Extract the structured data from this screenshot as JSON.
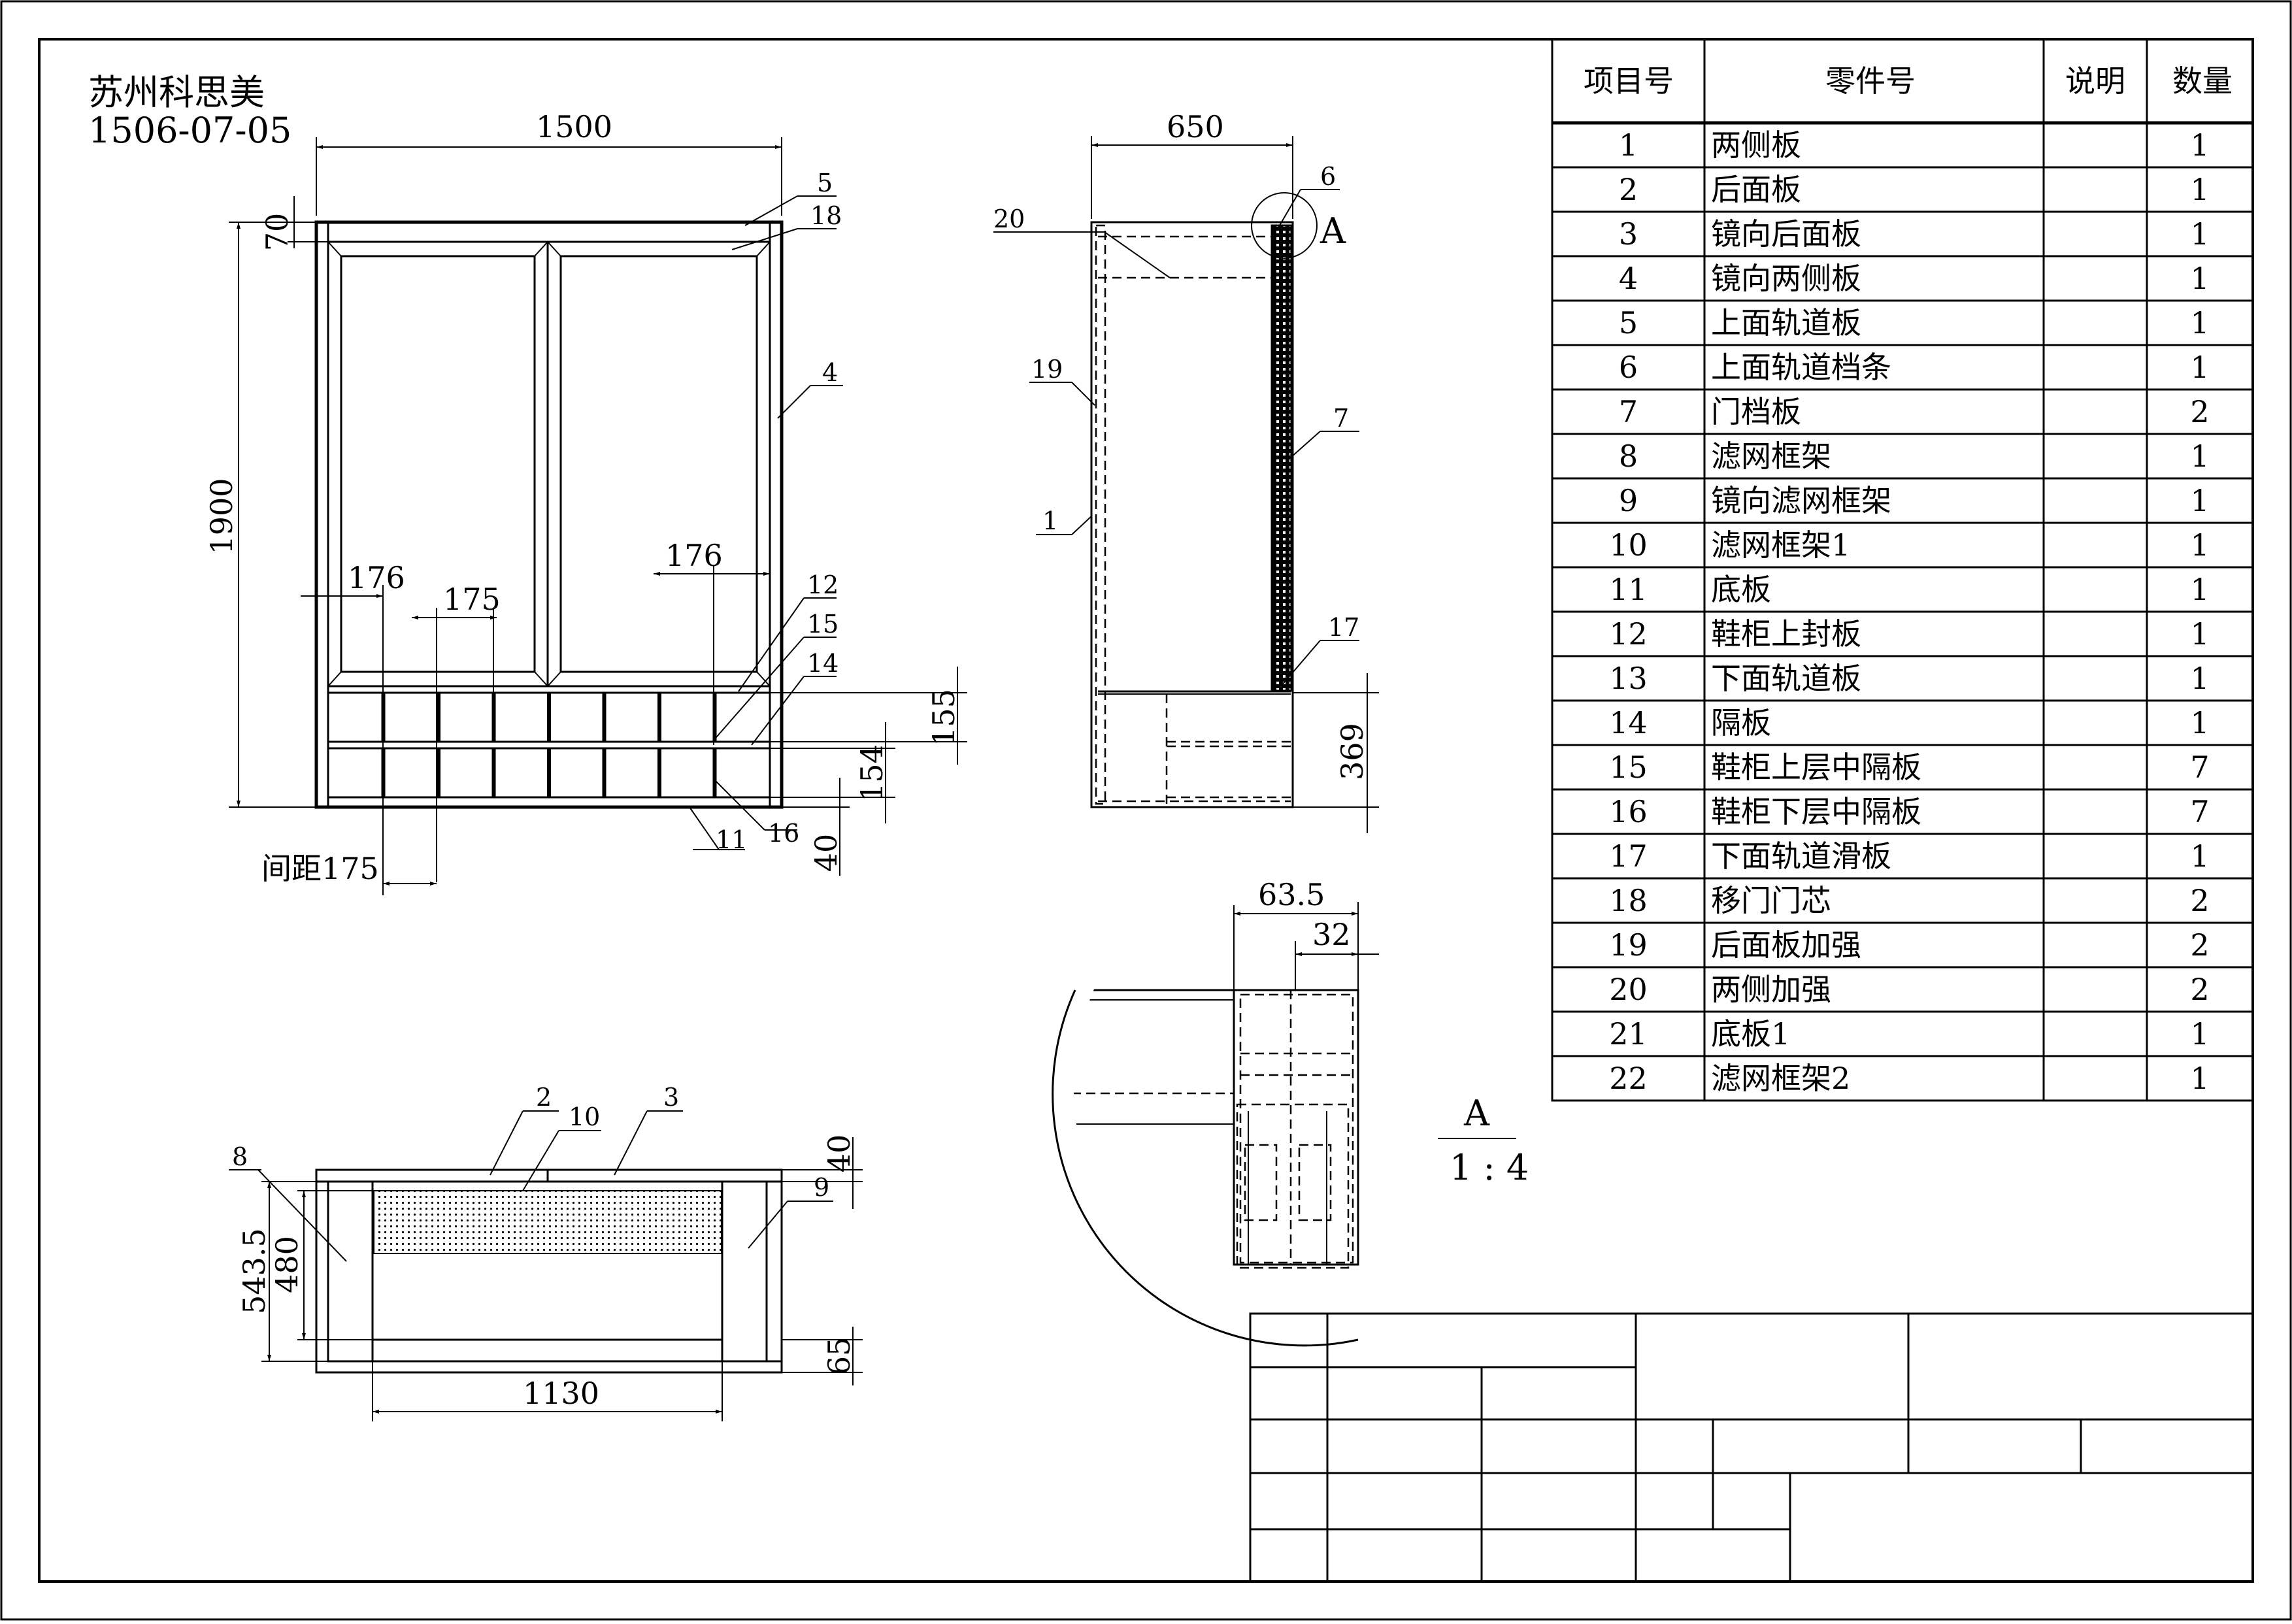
{
  "company": "苏州科思美",
  "drawing_number": "1506-07-05",
  "dims": {
    "front_width": "1500",
    "front_height": "1900",
    "top_margin": "70",
    "left_spacing": "176",
    "cell_width": "175",
    "right_spacing": "176",
    "spacing_note": "间距175",
    "shoe_top_height": "155",
    "shoe_bottom_height": "154",
    "base_height": "40",
    "side_depth": "650",
    "side_lower_height": "369",
    "detail_width": "63.5",
    "detail_inner": "32",
    "top_view_depth": "543.5",
    "top_view_inner": "480",
    "top_view_front": "40",
    "top_view_back": "65",
    "top_view_width": "1130"
  },
  "balloons": {
    "b1": "1",
    "b2": "2",
    "b3": "3",
    "b4": "4",
    "b5": "5",
    "b6": "6",
    "b7": "7",
    "b8": "8",
    "b9": "9",
    "b10": "10",
    "b11": "11",
    "b12": "12",
    "b14": "14",
    "b15": "15",
    "b16": "16",
    "b17": "17",
    "b18": "18",
    "b19": "19",
    "b20": "20"
  },
  "detail": {
    "marker": "A",
    "view_label": "A",
    "scale": "1 : 4"
  },
  "bom": {
    "headers": [
      "项目号",
      "零件号",
      "说明",
      "数量"
    ],
    "rows": [
      {
        "no": "1",
        "part": "两侧板",
        "note": "",
        "qty": "1"
      },
      {
        "no": "2",
        "part": "后面板",
        "note": "",
        "qty": "1"
      },
      {
        "no": "3",
        "part": "镜向后面板",
        "note": "",
        "qty": "1"
      },
      {
        "no": "4",
        "part": "镜向两侧板",
        "note": "",
        "qty": "1"
      },
      {
        "no": "5",
        "part": "上面轨道板",
        "note": "",
        "qty": "1"
      },
      {
        "no": "6",
        "part": "上面轨道档条",
        "note": "",
        "qty": "1"
      },
      {
        "no": "7",
        "part": "门档板",
        "note": "",
        "qty": "2"
      },
      {
        "no": "8",
        "part": "滤网框架",
        "note": "",
        "qty": "1"
      },
      {
        "no": "9",
        "part": "镜向滤网框架",
        "note": "",
        "qty": "1"
      },
      {
        "no": "10",
        "part": "滤网框架1",
        "note": "",
        "qty": "1"
      },
      {
        "no": "11",
        "part": "底板",
        "note": "",
        "qty": "1"
      },
      {
        "no": "12",
        "part": "鞋柜上封板",
        "note": "",
        "qty": "1"
      },
      {
        "no": "13",
        "part": "下面轨道板",
        "note": "",
        "qty": "1"
      },
      {
        "no": "14",
        "part": "隔板",
        "note": "",
        "qty": "1"
      },
      {
        "no": "15",
        "part": "鞋柜上层中隔板",
        "note": "",
        "qty": "7"
      },
      {
        "no": "16",
        "part": "鞋柜下层中隔板",
        "note": "",
        "qty": "7"
      },
      {
        "no": "17",
        "part": "下面轨道滑板",
        "note": "",
        "qty": "1"
      },
      {
        "no": "18",
        "part": "移门门芯",
        "note": "",
        "qty": "2"
      },
      {
        "no": "19",
        "part": "后面板加强",
        "note": "",
        "qty": "2"
      },
      {
        "no": "20",
        "part": "两侧加强",
        "note": "",
        "qty": "2"
      },
      {
        "no": "21",
        "part": "底板1",
        "note": "",
        "qty": "1"
      },
      {
        "no": "22",
        "part": "滤网框架2",
        "note": "",
        "qty": "1"
      }
    ]
  }
}
